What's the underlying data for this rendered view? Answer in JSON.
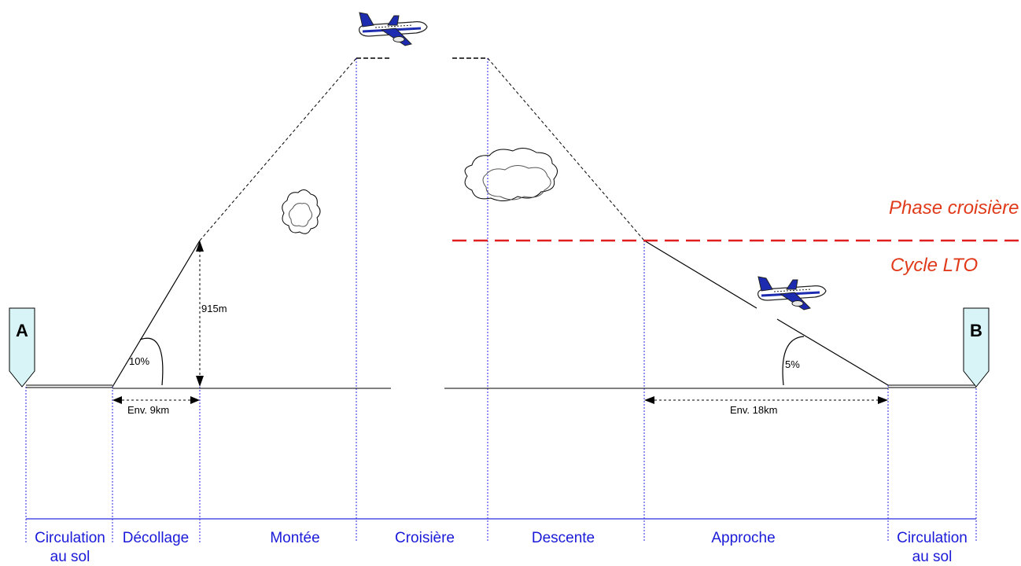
{
  "markers": {
    "start": "A",
    "end": "B"
  },
  "annotations": {
    "height": "915m",
    "takeoff_angle": "10%",
    "approach_angle": "5%",
    "takeoff_distance": "Env. 9km",
    "approach_distance": "Env. 18km"
  },
  "legend": {
    "cruise_phase": "Phase croisière",
    "lto_cycle": "Cycle LTO"
  },
  "phases": [
    {
      "line1": "Circulation",
      "line2": "au sol"
    },
    {
      "line1": "Décollage"
    },
    {
      "line1": "Montée"
    },
    {
      "line1": "Croisière"
    },
    {
      "line1": "Descente"
    },
    {
      "line1": "Approche"
    },
    {
      "line1": "Circulation",
      "line2": "au sol"
    }
  ],
  "colors": {
    "phase_text": "#1a1ad8",
    "guide_line": "#2a2ae0",
    "boundary": "#e02020",
    "legend_text": "#e03a1a",
    "marker_fill": "#d8f4f6",
    "plane_blue": "#1c2bb0"
  },
  "icons": [
    "airplane-icon",
    "cloud-icon"
  ]
}
